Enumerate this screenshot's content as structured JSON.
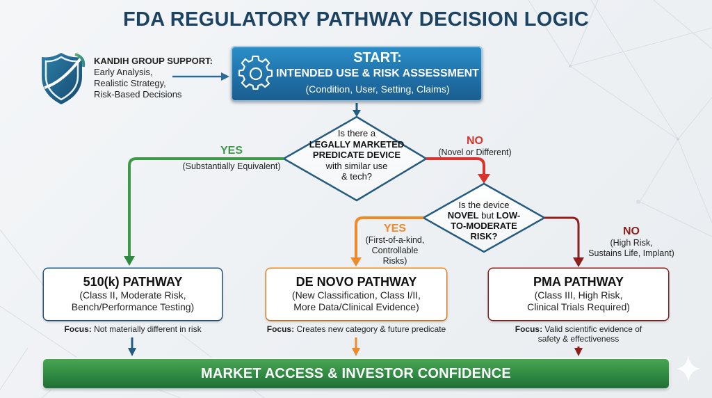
{
  "title": "FDA REGULATORY PATHWAY DECISION LOGIC",
  "colors": {
    "title": "#1c4462",
    "start_blue": "#1f6fa6",
    "diamond_border": "#245b80",
    "yes_green": "#3c9a47",
    "no_red": "#d9332b",
    "yes_orange": "#ee8a2a",
    "no_darkred": "#8e1f1f",
    "market_green": "#2f8a42"
  },
  "support": {
    "icon": "shield-icon",
    "heading": "KANDIH GROUP SUPPORT:",
    "lines": [
      "Early Analysis,",
      "Realistic Strategy,",
      "Risk-Based Decisions"
    ]
  },
  "start": {
    "icon": "gear-icon",
    "label": "START:",
    "title": "INTENDED USE & RISK ASSESSMENT",
    "subtitle": "(Condition, User, Setting, Claims)"
  },
  "decision1": {
    "line1": "Is there a",
    "line2": "LEGALLY MARKETED",
    "line3": "PREDICATE DEVICE",
    "line4": "with similar use",
    "line5": "& tech?",
    "yes": {
      "label": "YES",
      "note": "(Substantially Equivalent)"
    },
    "no": {
      "label": "NO",
      "note": "(Novel or Different)"
    }
  },
  "decision2": {
    "line1": "Is the device",
    "line2a": "NOVEL",
    "line2b": " but ",
    "line2c": "LOW-",
    "line3": "TO-MODERATE",
    "line4": "RISK?",
    "yes": {
      "label": "YES",
      "note1": "(First-of-a-kind,",
      "note2": "Controllable Risks)"
    },
    "no": {
      "label": "NO",
      "note1": "(High Risk,",
      "note2": "Sustains Life, Implant)"
    }
  },
  "pathways": [
    {
      "title": "510(k) PATHWAY",
      "desc1": "(Class II, Moderate Risk,",
      "desc2": "Bench/Performance Testing)",
      "focus_label": "Focus:",
      "focus_text": " Not materially different in risk",
      "focus_text2": ""
    },
    {
      "title": "DE NOVO PATHWAY",
      "desc1": "(New Classification, Class I/II,",
      "desc2": "More Data/Clinical Evidence)",
      "focus_label": "Focus:",
      "focus_text": " Creates new category & future predicate",
      "focus_text2": ""
    },
    {
      "title": "PMA PATHWAY",
      "desc1": "(Class III, High Risk,",
      "desc2": "Clinical Trials Required)",
      "focus_label": "Focus:",
      "focus_text": " Valid scientific evidence of",
      "focus_text2": "safety & effectiveness"
    }
  ],
  "outcome": "MARKET ACCESS & INVESTOR CONFIDENCE"
}
